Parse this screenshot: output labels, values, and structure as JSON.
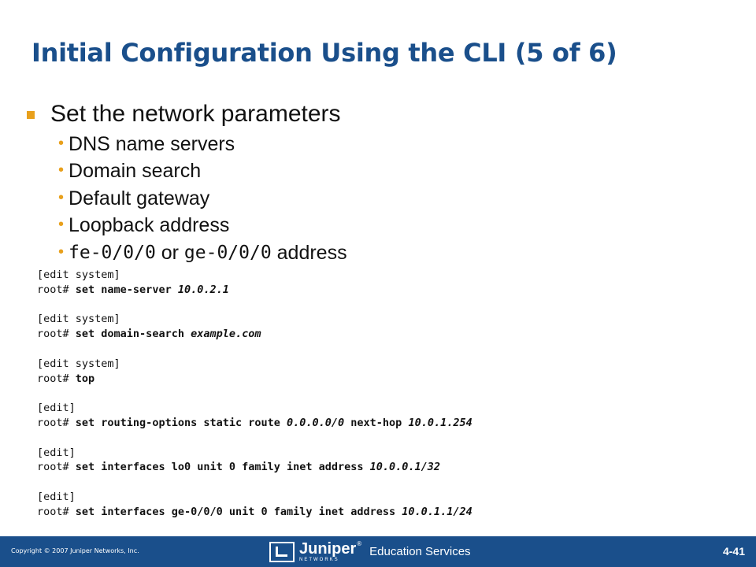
{
  "title": "Initial Configuration Using the CLI (5 of 6)",
  "main_bullet": "Set the network parameters",
  "sub_bullets": [
    "DNS name servers",
    "Domain search",
    "Default gateway",
    "Loopback address"
  ],
  "last_bullet": {
    "iface1": "fe-0/0/0",
    "or": " or ",
    "iface2": "ge-0/0/0",
    "suffix": " address"
  },
  "code": [
    {
      "ctx": "[edit system]",
      "prompt": "root# ",
      "cmd": "set name-server ",
      "arg": "10.0.2.1"
    },
    {
      "ctx": "[edit system]",
      "prompt": "root# ",
      "cmd": "set domain-search ",
      "arg": "example.com"
    },
    {
      "ctx": "[edit system]",
      "prompt": "root# ",
      "cmd": "top",
      "arg": ""
    },
    {
      "ctx": "[edit]",
      "prompt": "root# ",
      "cmd": "set routing-options static route ",
      "arg": "0.0.0.0/0",
      "cmd2": " next-hop ",
      "arg2": "10.0.1.254"
    },
    {
      "ctx": "[edit]",
      "prompt": "root# ",
      "cmd": "set interfaces lo0 unit 0 family inet address ",
      "arg": "10.0.0.1/32"
    },
    {
      "ctx": "[edit]",
      "prompt": "root# ",
      "cmd": "set interfaces ge-0/0/0 unit 0 family inet address ",
      "arg": "10.0.1.1/24"
    }
  ],
  "footer": {
    "copyright": "Copyright © 2007 Juniper Networks, Inc.",
    "brand": "Juniper",
    "reg": "®",
    "brand_sub": "NETWORKS",
    "edu": "Education Services",
    "page": "4-41"
  },
  "colors": {
    "title": "#1a4f8b",
    "bullet": "#e8a01c",
    "footer": "#1a4f8b"
  }
}
